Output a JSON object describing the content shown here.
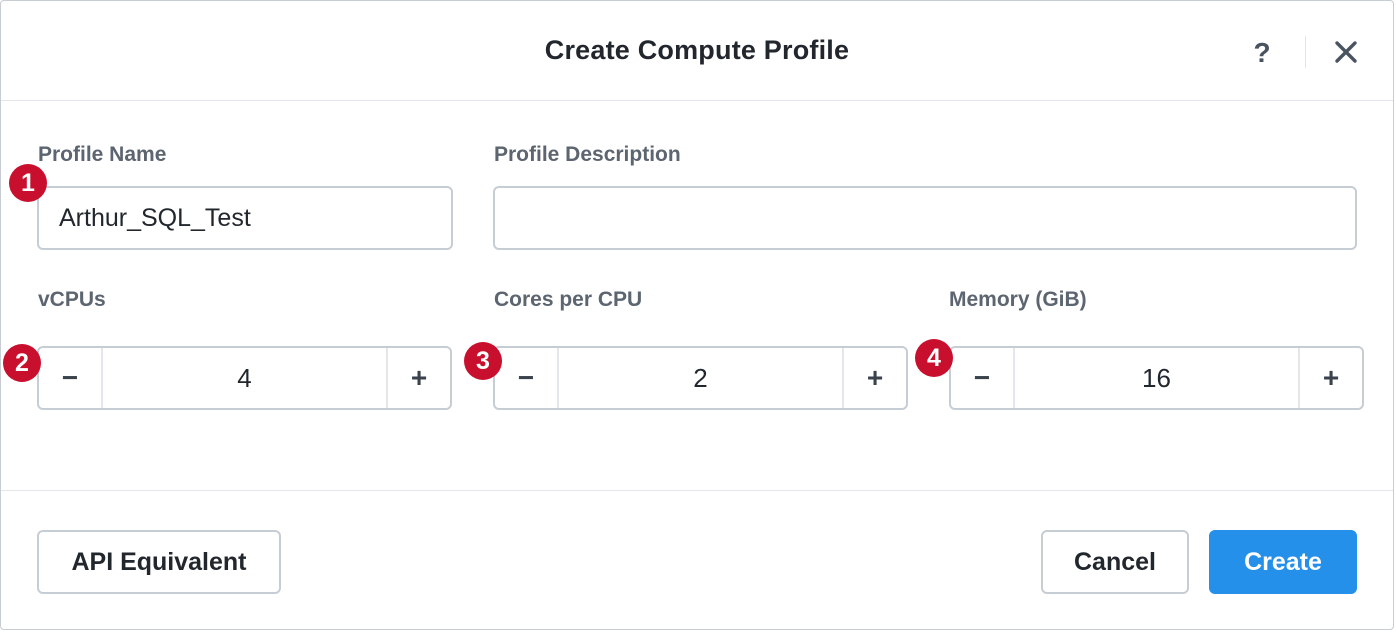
{
  "dialog": {
    "title": "Create Compute Profile",
    "help_label": "?",
    "close_icon": "close-icon"
  },
  "fields": {
    "profile_name": {
      "label": "Profile Name",
      "value": "Arthur_SQL_Test",
      "badge": "1"
    },
    "profile_description": {
      "label": "Profile Description",
      "value": ""
    }
  },
  "steppers": {
    "vcpus": {
      "label": "vCPUs",
      "value": "4",
      "badge": "2",
      "minus": "−",
      "plus": "+"
    },
    "cores_per_cpu": {
      "label": "Cores per CPU",
      "value": "2",
      "badge": "3",
      "minus": "−",
      "plus": "+"
    },
    "memory": {
      "label": "Memory (GiB)",
      "value": "16",
      "badge": "4",
      "minus": "−",
      "plus": "+"
    }
  },
  "footer": {
    "api_label": "API Equivalent",
    "cancel_label": "Cancel",
    "create_label": "Create"
  },
  "colors": {
    "primary": "#2590ea",
    "badge": "#c8102e",
    "border": "#c7cdd4"
  }
}
